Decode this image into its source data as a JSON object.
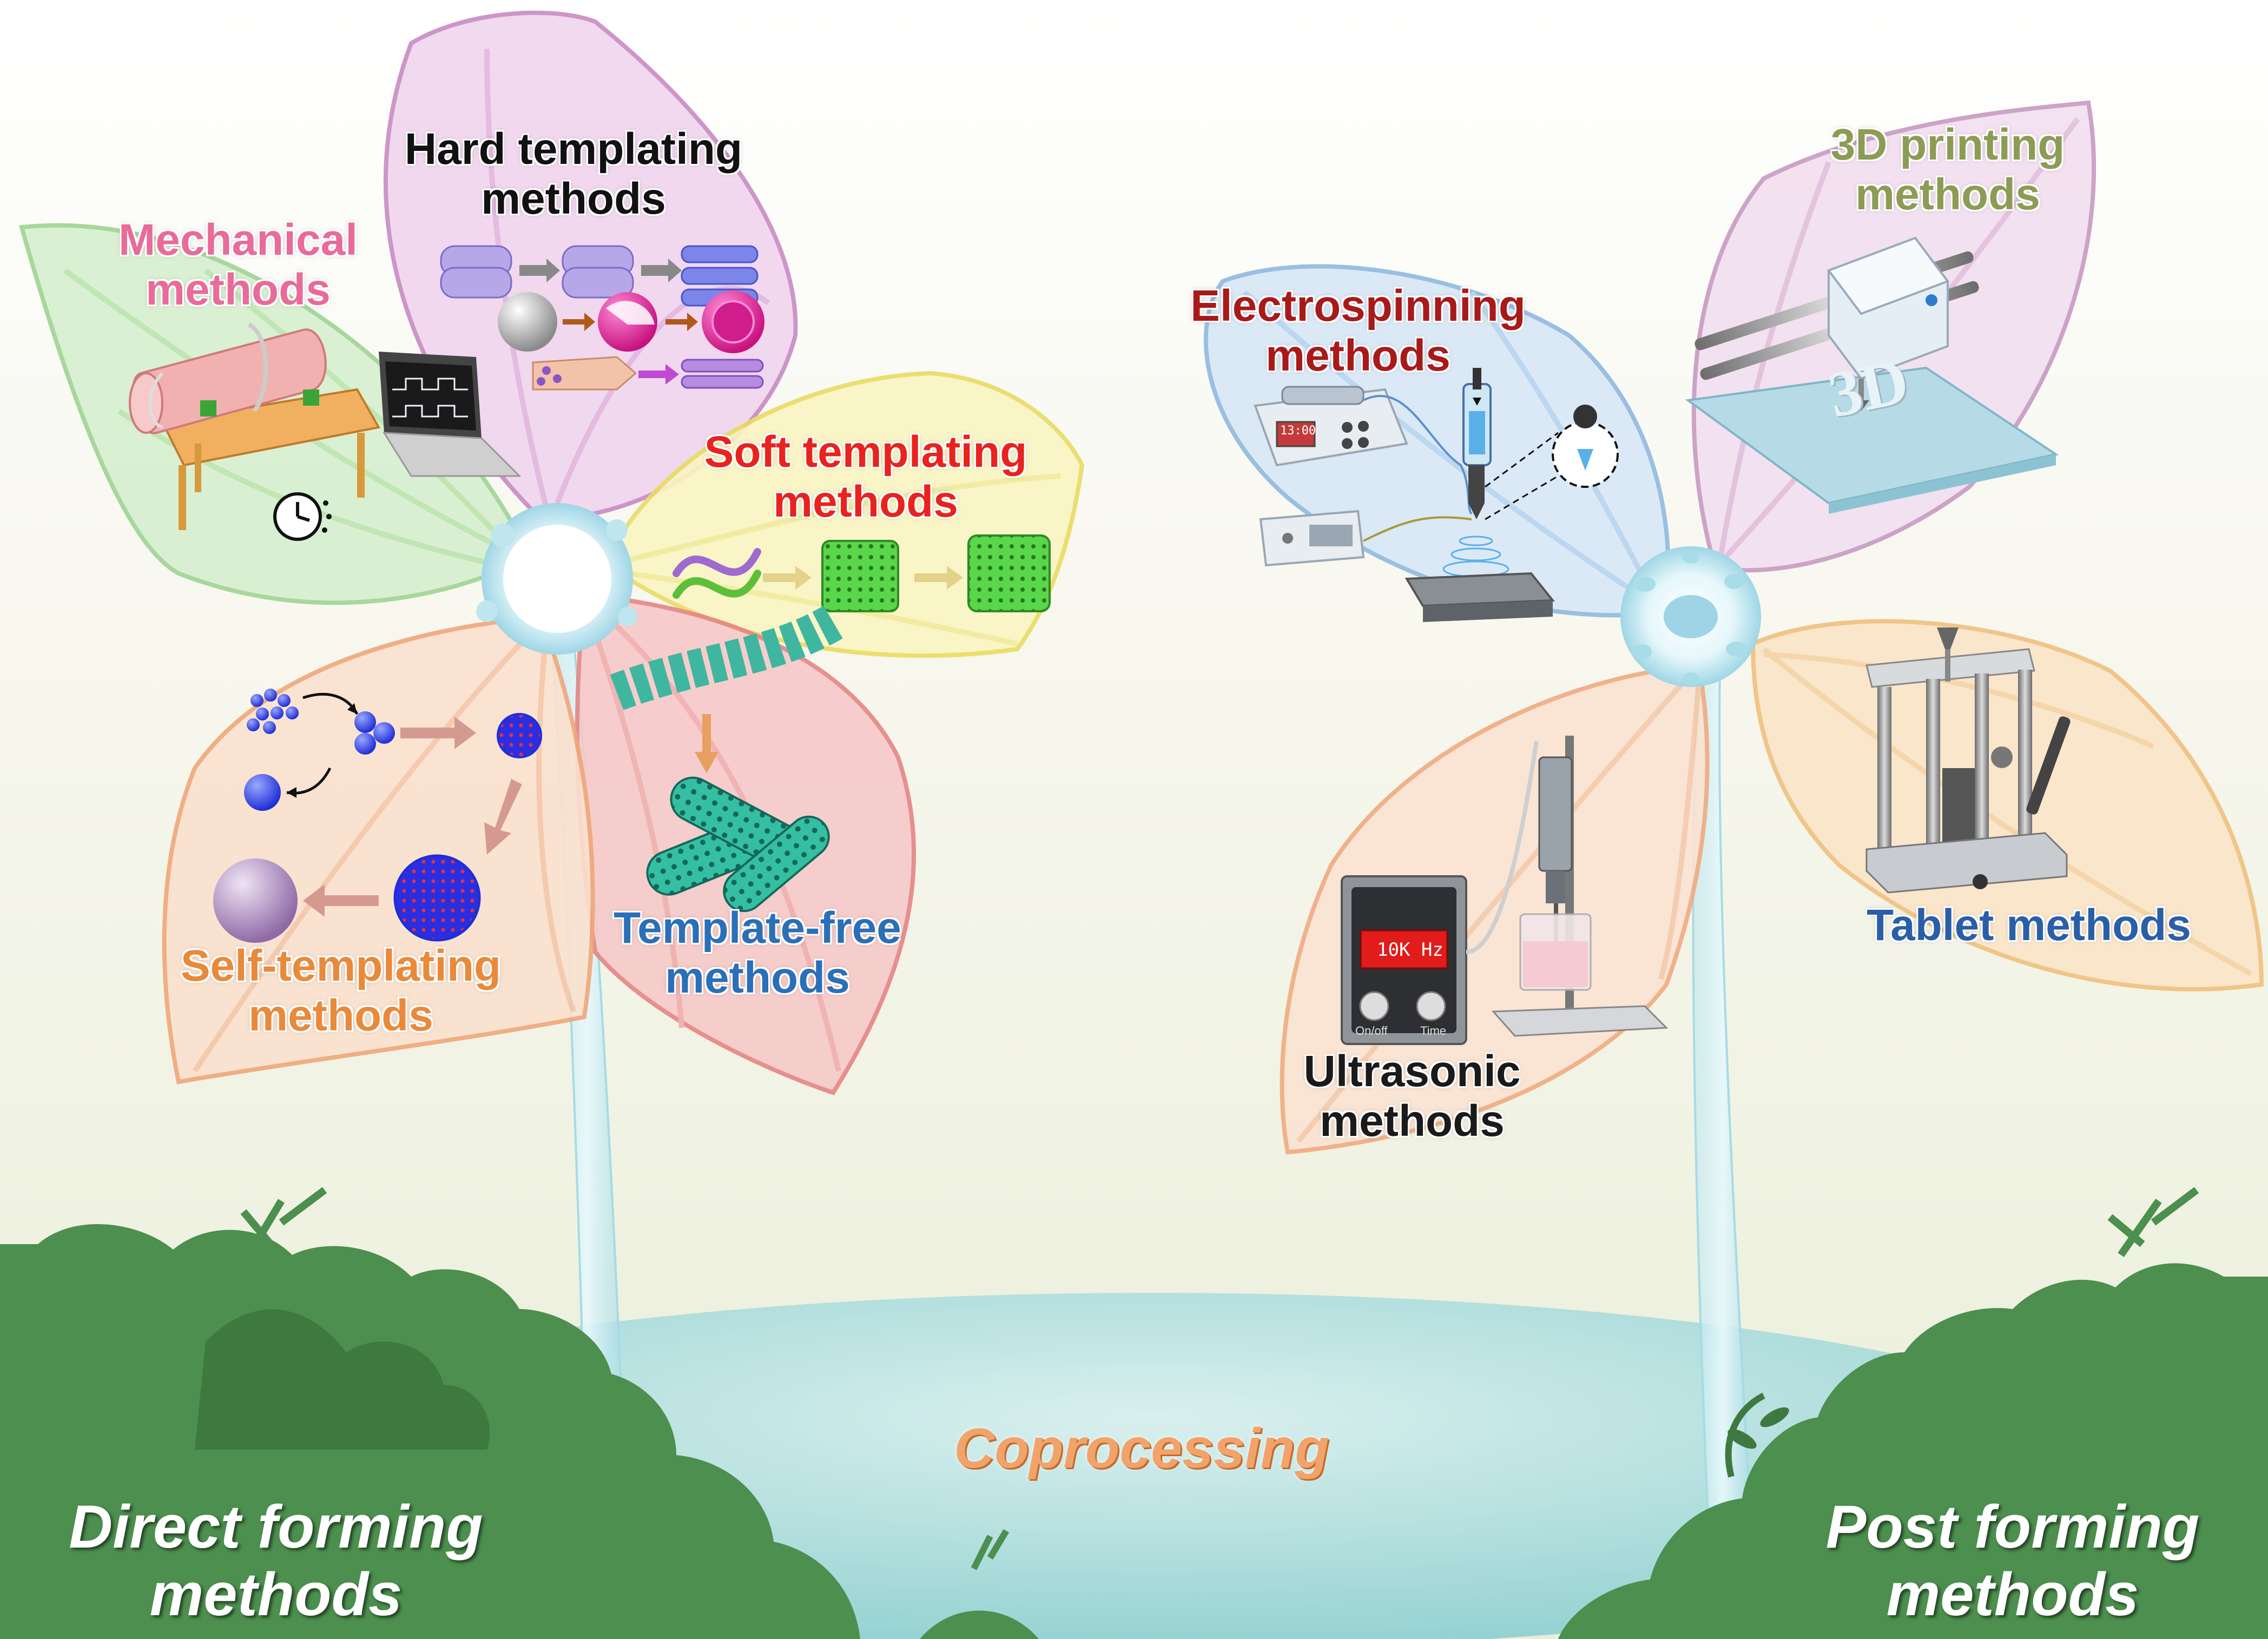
{
  "groups": {
    "direct": {
      "label_line1": "Direct forming",
      "label_line2": "methods",
      "color": "#ffffff"
    },
    "post": {
      "label_line1": "Post forming",
      "label_line2": "methods",
      "color": "#ffffff"
    },
    "coprocessing": {
      "label": "Coprocessing",
      "color": "#f1a36a"
    }
  },
  "methods": {
    "mechanical": {
      "line1": "Mechanical",
      "line2": "methods",
      "color": "#e86b9a"
    },
    "hard_templating": {
      "line1": "Hard templating",
      "line2": "methods",
      "color": "#111111"
    },
    "soft_templating": {
      "line1": "Soft templating",
      "line2": "methods",
      "color": "#e8231e"
    },
    "self_templating": {
      "line1": "Self-templating",
      "line2": "methods",
      "color": "#e98a3a"
    },
    "template_free": {
      "line1": "Template-free",
      "line2": "methods",
      "color": "#2a6fb8"
    },
    "electrospinning": {
      "line1": "Electrospinning",
      "line2": "methods",
      "color": "#a81a1a"
    },
    "printing_3d": {
      "line1": "3D printing",
      "line2": "methods",
      "color": "#8c9c55"
    },
    "ultrasonic": {
      "line1": "Ultrasonic",
      "line2": "methods",
      "color": "#1a1a1a"
    },
    "tablet": {
      "line1": "Tablet methods",
      "color": "#2a5fa8"
    }
  },
  "device_text": {
    "ultrasonic_display": "10K Hz",
    "ultrasonic_knob_left": "On/off",
    "ultrasonic_knob_right": "Time",
    "syringe_pump_display": "13:00",
    "printer_mark": "3D"
  }
}
